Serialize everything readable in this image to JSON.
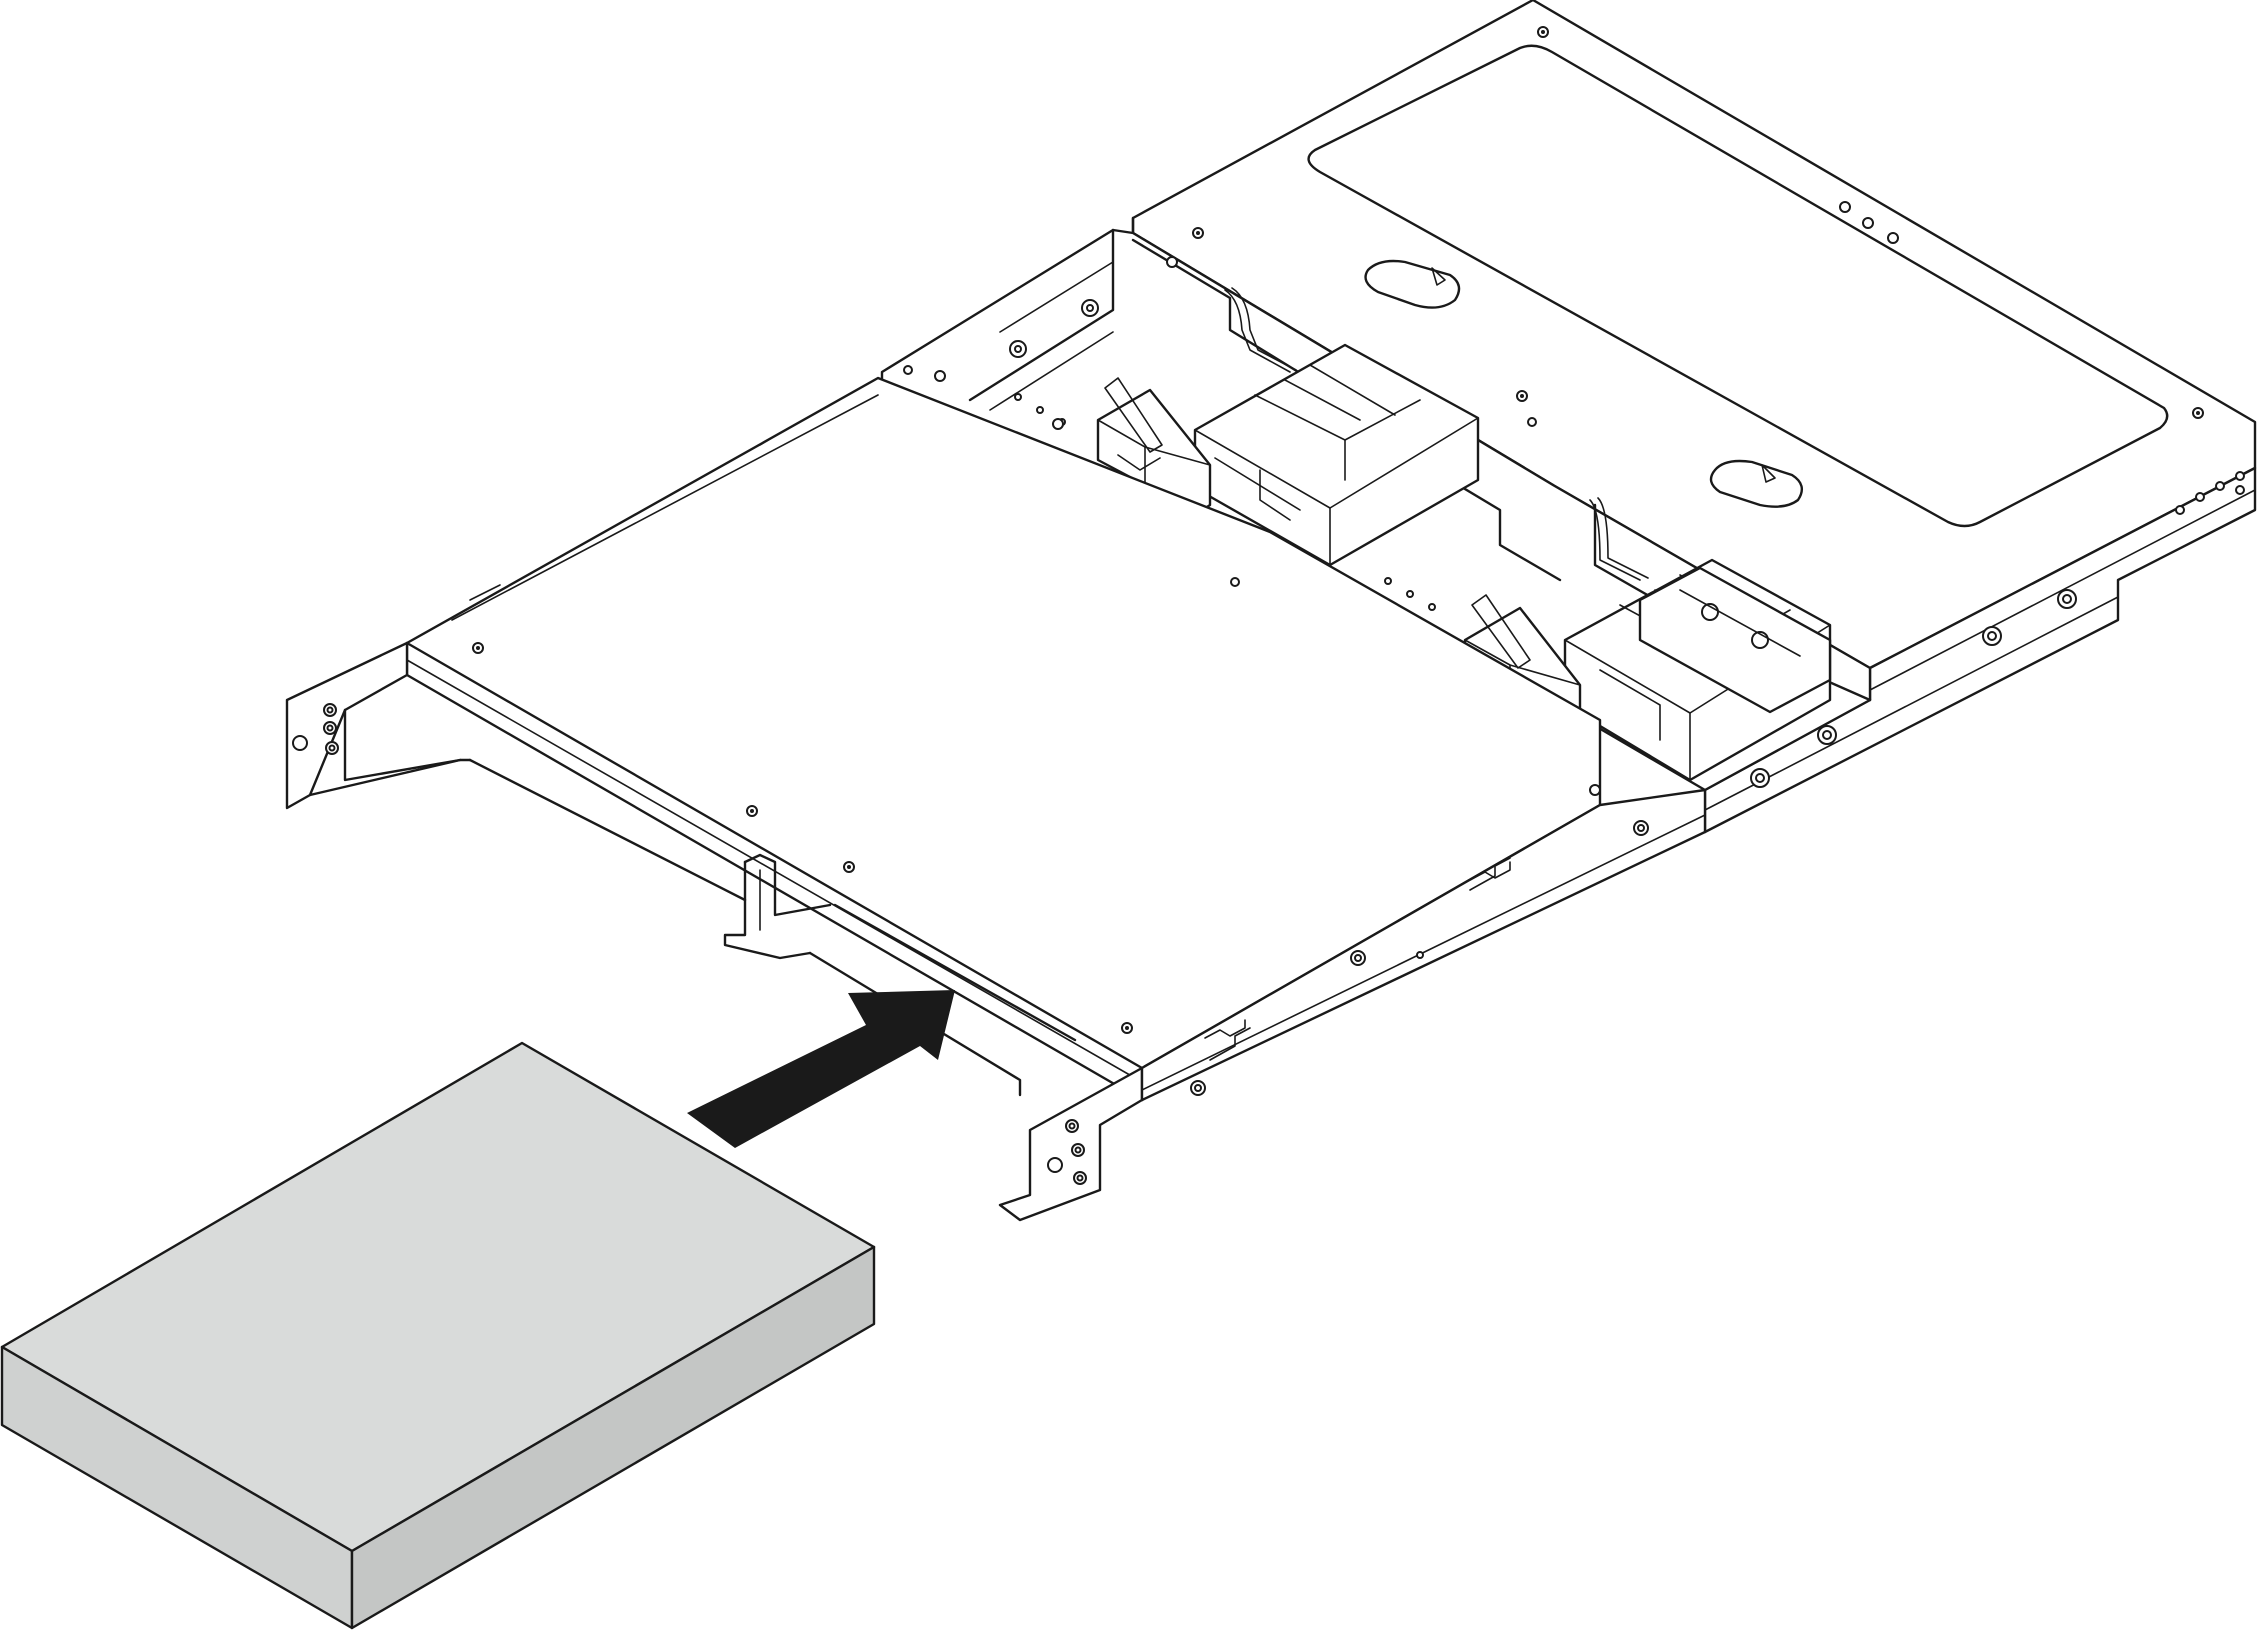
{
  "diagram": {
    "colors": {
      "line": "#1a1a1a",
      "background": "#ffffff",
      "component_top": "#d9dbda",
      "component_front": "#cfd1d0",
      "component_side": "#c4c6c5",
      "arrow": "#1a1a1a"
    },
    "parts": [
      {
        "id": "chassis",
        "icon": "server-tray"
      },
      {
        "id": "component",
        "icon": "gray-box"
      },
      {
        "id": "install-arrow",
        "icon": "arrow-up-right"
      }
    ]
  }
}
